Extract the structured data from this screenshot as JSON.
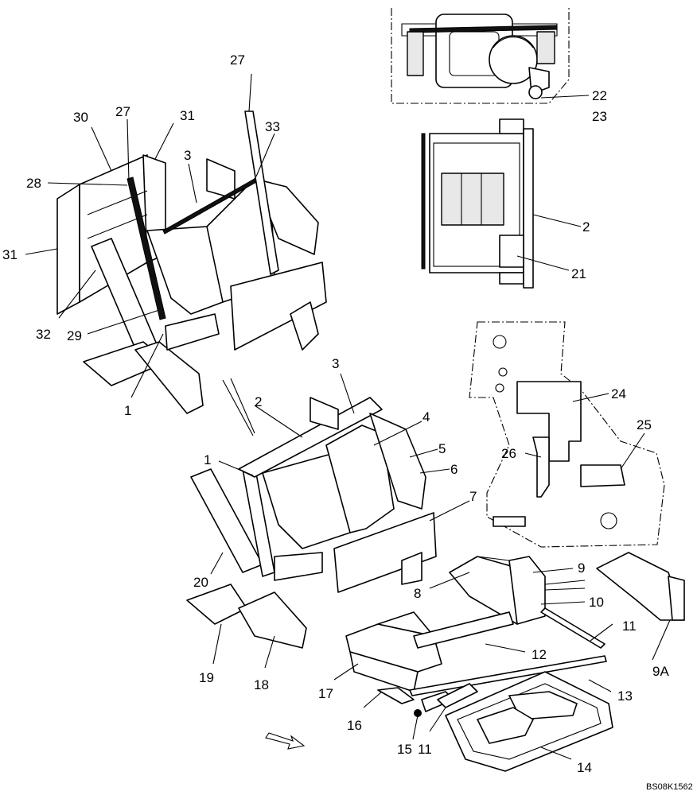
{
  "figure_code": "BS08K1562",
  "callouts": {
    "c1_upper": "1",
    "c1_lower": "1",
    "c2_lower": "2",
    "c2_right": "2",
    "c3_upper": "3",
    "c3_lower": "3",
    "c4": "4",
    "c5": "5",
    "c6": "6",
    "c7": "7",
    "c8": "8",
    "c9": "9",
    "c9A": "9A",
    "c10": "10",
    "c11_right": "11",
    "c11_bottom": "11",
    "c12": "12",
    "c13": "13",
    "c14": "14",
    "c15": "15",
    "c16": "16",
    "c17": "17",
    "c18": "18",
    "c19": "19",
    "c20": "20",
    "c21": "21",
    "c22": "22",
    "c23": "23",
    "c24": "24",
    "c25": "25",
    "c26": "26",
    "c27_left": "27",
    "c27_top": "27",
    "c28": "28",
    "c29": "29",
    "c30": "30",
    "c31_right": "31",
    "c31_left": "31",
    "c32": "32",
    "c33": "33"
  }
}
